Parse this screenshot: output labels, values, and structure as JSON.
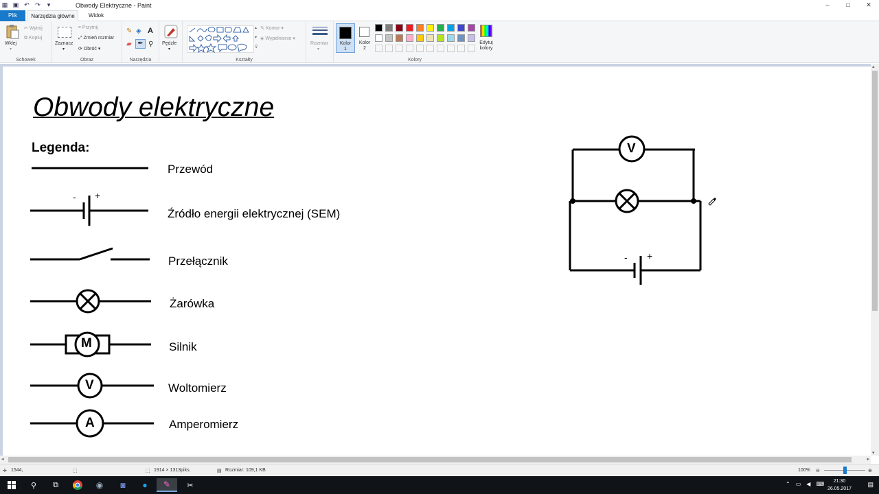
{
  "window": {
    "title": "Obwody Elektryczne - Paint",
    "controls": {
      "minimize": "–",
      "maximize": "□",
      "close": "✕"
    }
  },
  "tabs": {
    "file": "Plik",
    "home": "Narzędzia główne",
    "view": "Widok"
  },
  "ribbon": {
    "clipboard": {
      "label": "Schowek",
      "paste": "Wklej",
      "cut": "Wytnij",
      "copy": "Kopiuj"
    },
    "image": {
      "label": "Obraz",
      "select": "Zaznacz",
      "crop": "Przytnij",
      "resize": "Zmień rozmiar",
      "rotate": "Obróć"
    },
    "tools": {
      "label": "Narzędzia"
    },
    "brushes": {
      "label": "Pędzle"
    },
    "shapes": {
      "label": "Kształty",
      "outline": "Kontur",
      "fill": "Wypełnienie"
    },
    "size": {
      "label": "Rozmiar"
    },
    "colors": {
      "label": "Kolory",
      "color1": "Kolor 1",
      "color2": "Kolor 2",
      "edit": "Edytuj kolory",
      "row1": [
        "#000000",
        "#7f7f7f",
        "#880015",
        "#ed1c24",
        "#ff7f27",
        "#fff200",
        "#22b14c",
        "#00a2e8",
        "#3f48cc",
        "#a349a4"
      ],
      "row2": [
        "#ffffff",
        "#c3c3c3",
        "#b97a57",
        "#ffaec9",
        "#ffc90e",
        "#efe4b0",
        "#b5e61d",
        "#99d9ea",
        "#7092be",
        "#c8bfe7"
      ]
    }
  },
  "document": {
    "title": "Obwody elektryczne",
    "legend_heading": "Legenda:",
    "legend": {
      "wire": "Przewód",
      "source": "Źródło energii elektrycznej (SEM)",
      "switch": "Przełącznik",
      "bulb": "Żarówka",
      "motor": "Silnik",
      "voltmeter": "Woltomierz",
      "ammeter": "Amperomierz"
    },
    "symbols": {
      "minus": "-",
      "plus": "+",
      "motor_letter": "M",
      "volt_letter": "V",
      "amp_letter": "A"
    }
  },
  "statusbar": {
    "cursor": "1544,",
    "selection_size": "1914 × 1313piks.",
    "file_size": "Rozmiar: 109,1 KB",
    "zoom": "100%"
  },
  "taskbar": {
    "time": "21:30",
    "date": "26.05.2017"
  }
}
